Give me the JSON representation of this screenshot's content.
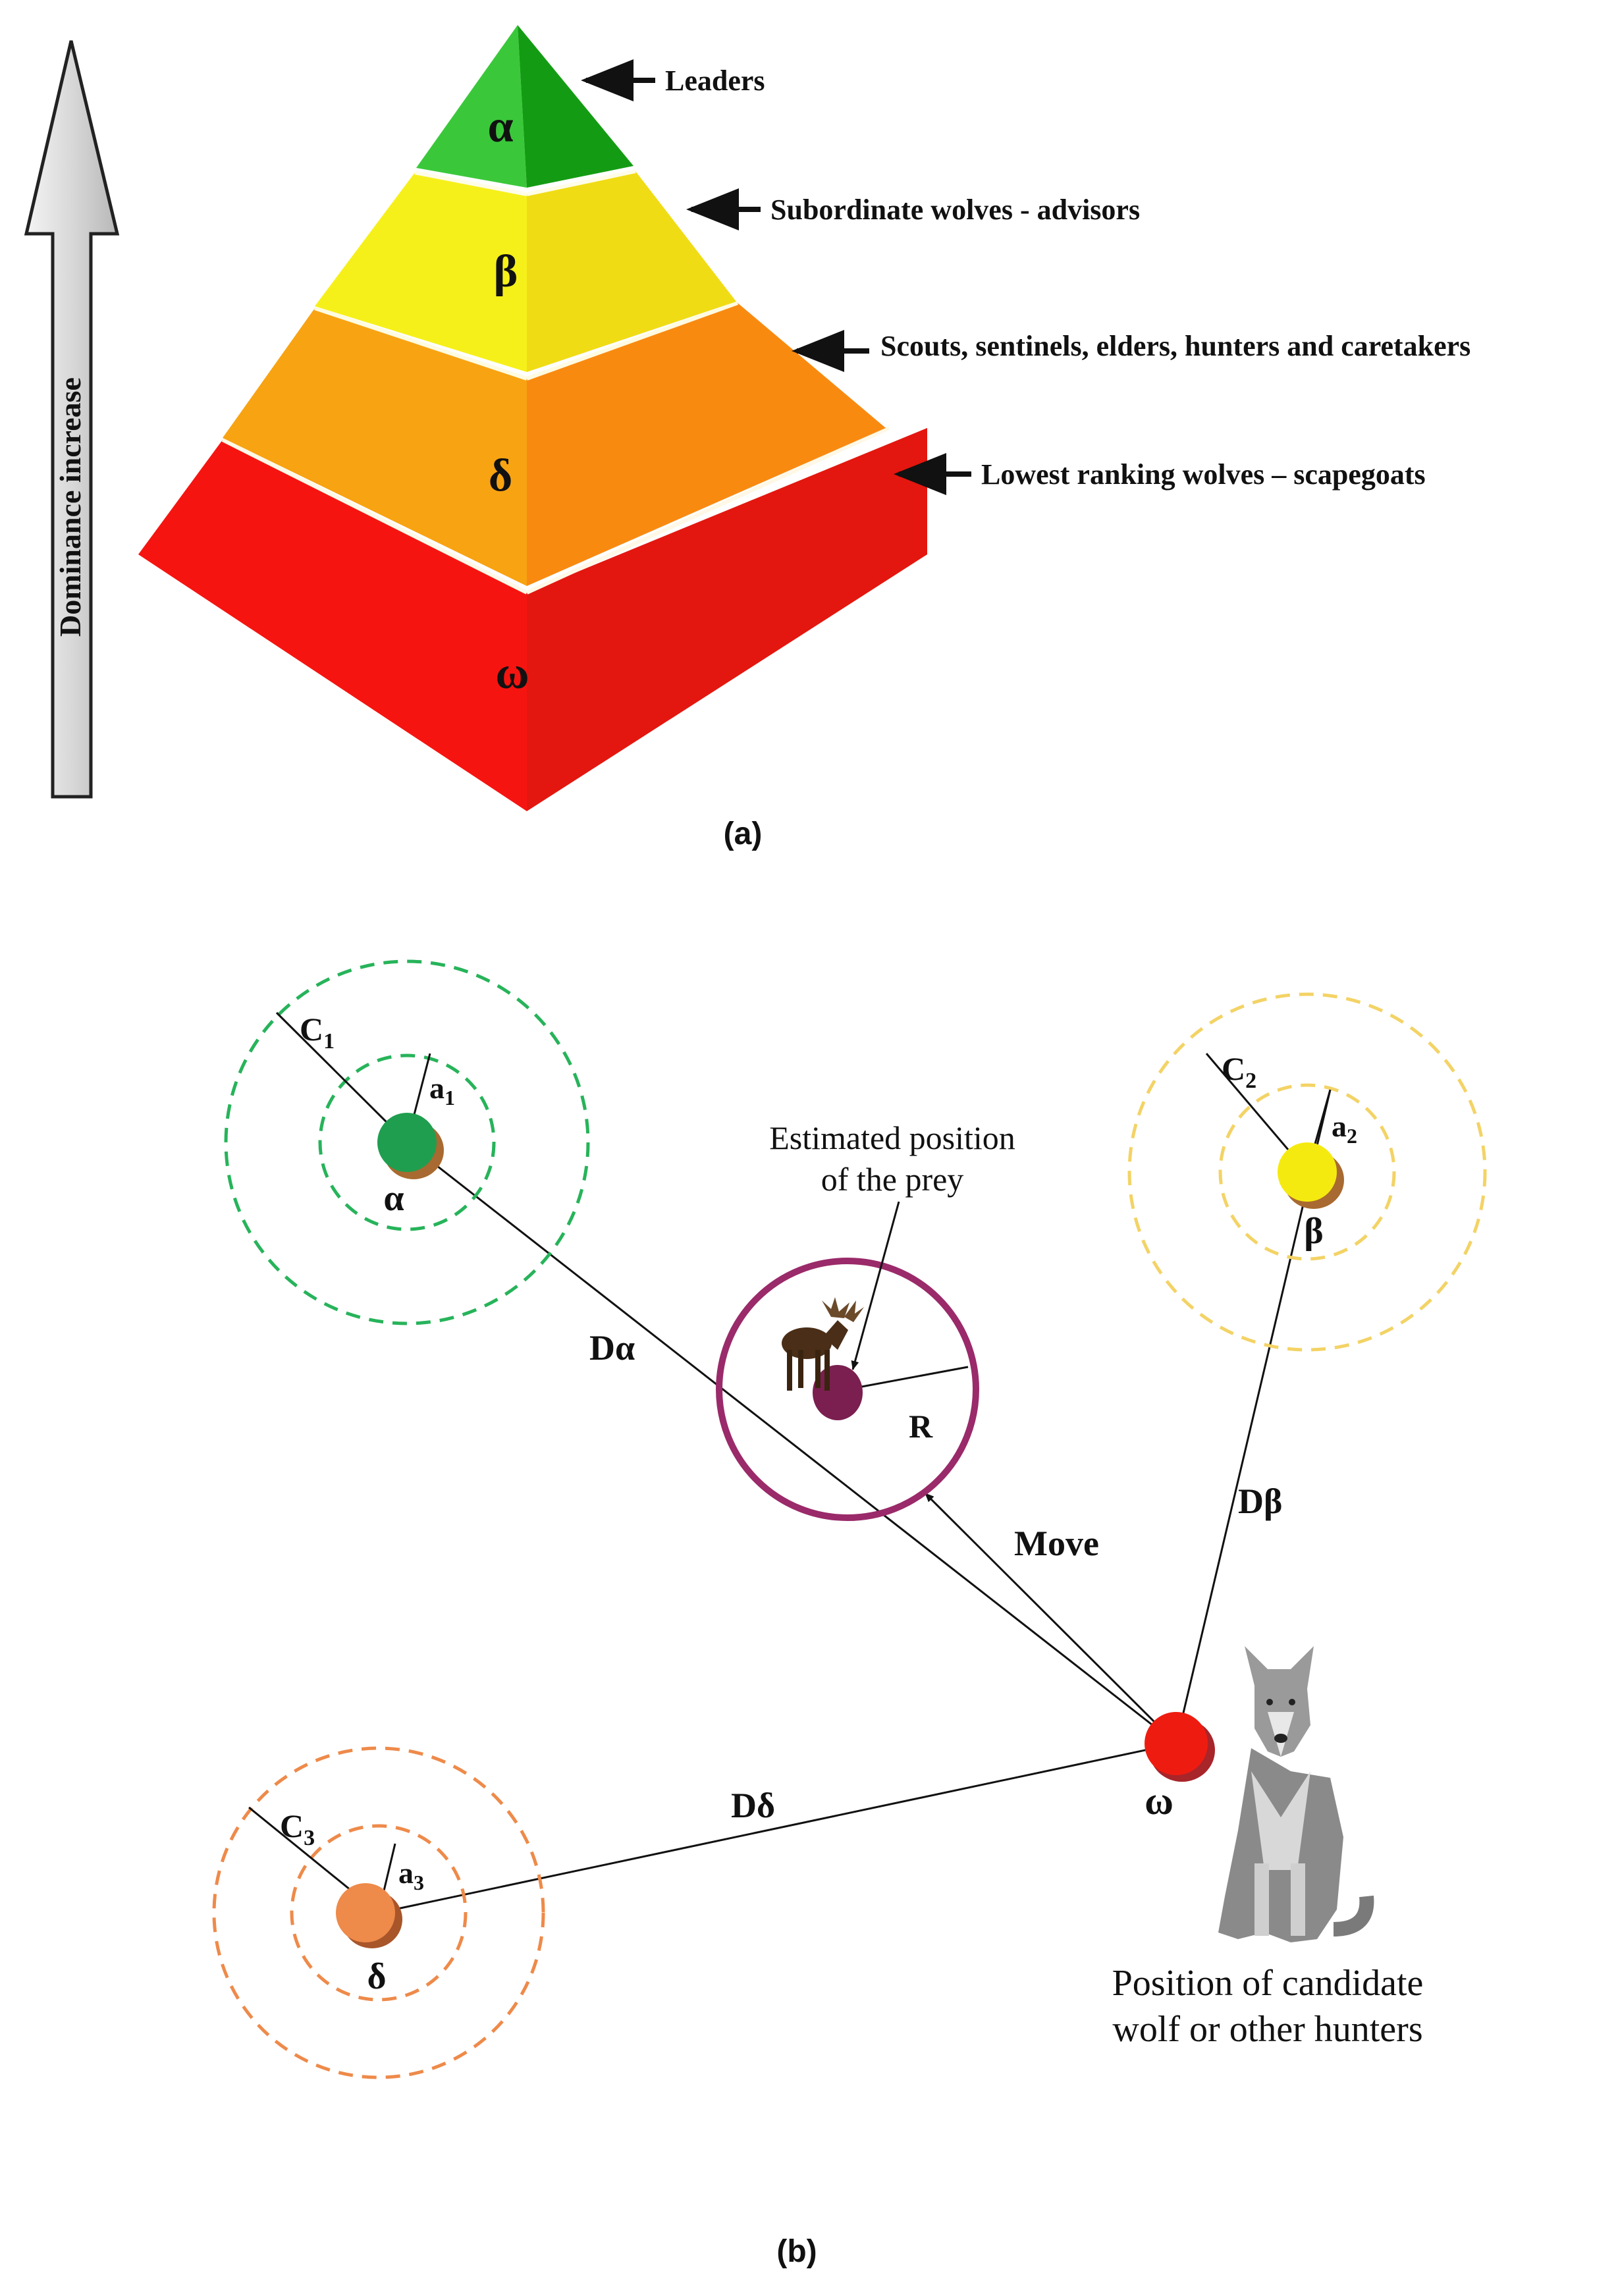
{
  "panel_a": {
    "caption": "(a)",
    "axis_label": "Dominance increase",
    "levels": [
      {
        "symbol": "α",
        "description": "Leaders",
        "color": "#1fb81f"
      },
      {
        "symbol": "β",
        "description": "Subordinate wolves - advisors",
        "color": "#f2e414"
      },
      {
        "symbol": "δ",
        "description": "Scouts, sentinels, elders, hunters and caretakers",
        "color": "#f59a10"
      },
      {
        "symbol": "ω",
        "description": "Lowest ranking wolves – scapegoats",
        "color": "#ef1a10"
      }
    ]
  },
  "panel_b": {
    "caption": "(b)",
    "leaders": [
      {
        "symbol": "α",
        "c_label": "C",
        "c_sub": "1",
        "a_label": "a",
        "a_sub": "1",
        "color": "#1f9e4f",
        "ring_color": "#27b35a",
        "distance_label": "Dα"
      },
      {
        "symbol": "β",
        "c_label": "C",
        "c_sub": "2",
        "a_label": "a",
        "a_sub": "2",
        "color": "#f5ea10",
        "ring_color": "#f3d366",
        "distance_label": "Dβ"
      },
      {
        "symbol": "δ",
        "c_label": "C",
        "c_sub": "3",
        "a_label": "a",
        "a_sub": "3",
        "color": "#ee8a4a",
        "ring_color": "#ee8a4a",
        "distance_label": "Dδ"
      }
    ],
    "prey": {
      "label_line1": "Estimated position",
      "label_line2": "of the prey",
      "radius_label": "R",
      "color": "#7a1f4f",
      "ring_color": "#9a2a6a"
    },
    "move_label": "Move",
    "candidate": {
      "symbol": "ω",
      "label_line1": "Position of candidate",
      "label_line2": "wolf or other hunters",
      "color": "#ee1c10"
    }
  }
}
